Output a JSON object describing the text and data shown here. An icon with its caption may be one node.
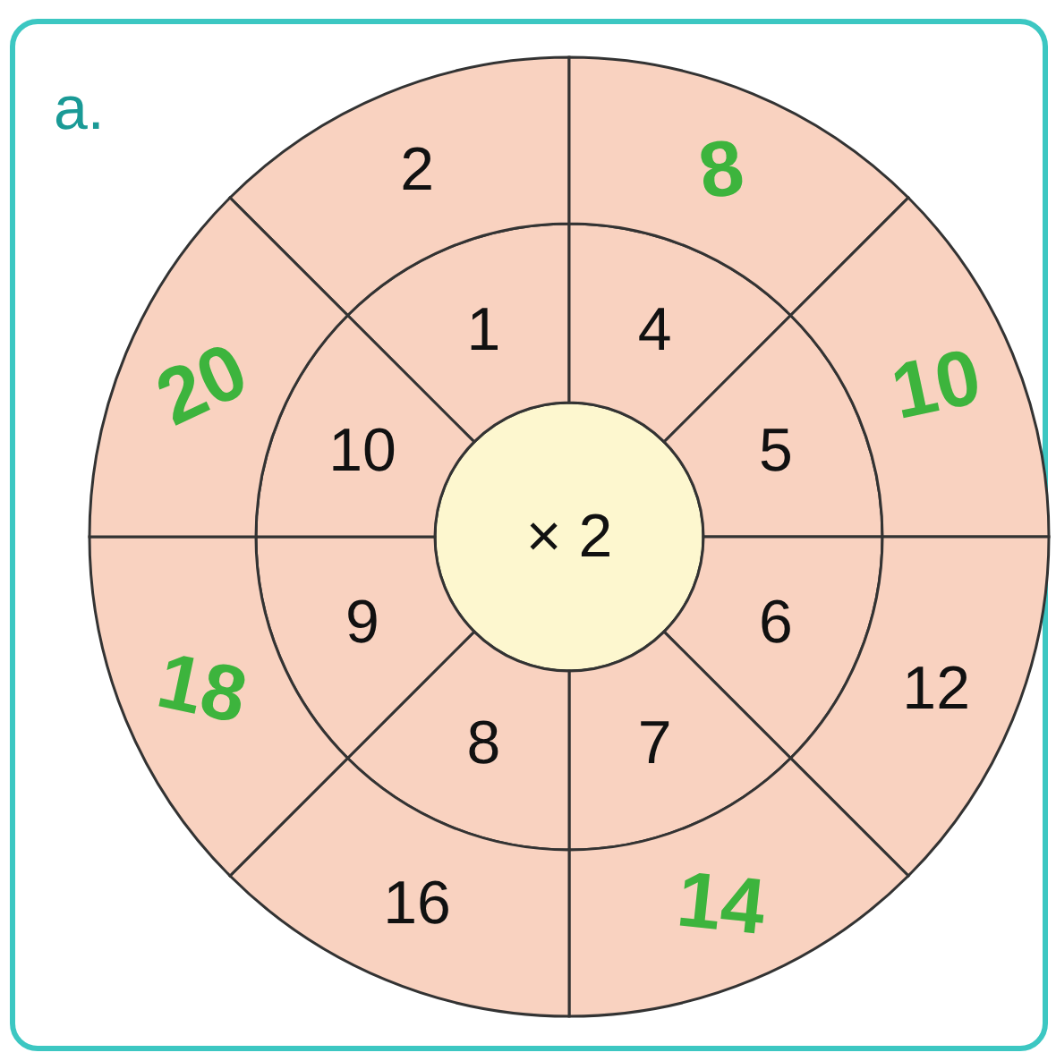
{
  "diagram": {
    "nodes": [
      {
        "text": [
          "× 2"
        ]
      },
      {
        "text": [
          "1"
        ]
      },
      {
        "text": [
          "4"
        ]
      },
      {
        "text": [
          "5"
        ]
      },
      {
        "text": [
          "6"
        ]
      },
      {
        "text": [
          "7"
        ]
      },
      {
        "text": [
          "8"
        ]
      },
      {
        "text": [
          "9"
        ]
      },
      {
        "text": [
          "10"
        ]
      },
      {
        "text": [
          "2"
        ]
      },
      {
        "text": [
          "8"
        ]
      },
      {
        "text": [
          "10"
        ]
      },
      {
        "text": [
          "12"
        ]
      },
      {
        "text": [
          "14"
        ]
      },
      {
        "text": [
          "16"
        ]
      },
      {
        "text": [
          "18"
        ]
      },
      {
        "text": [
          "20"
        ]
      }
    ],
    "labels": [
      "a."
    ]
  }
}
